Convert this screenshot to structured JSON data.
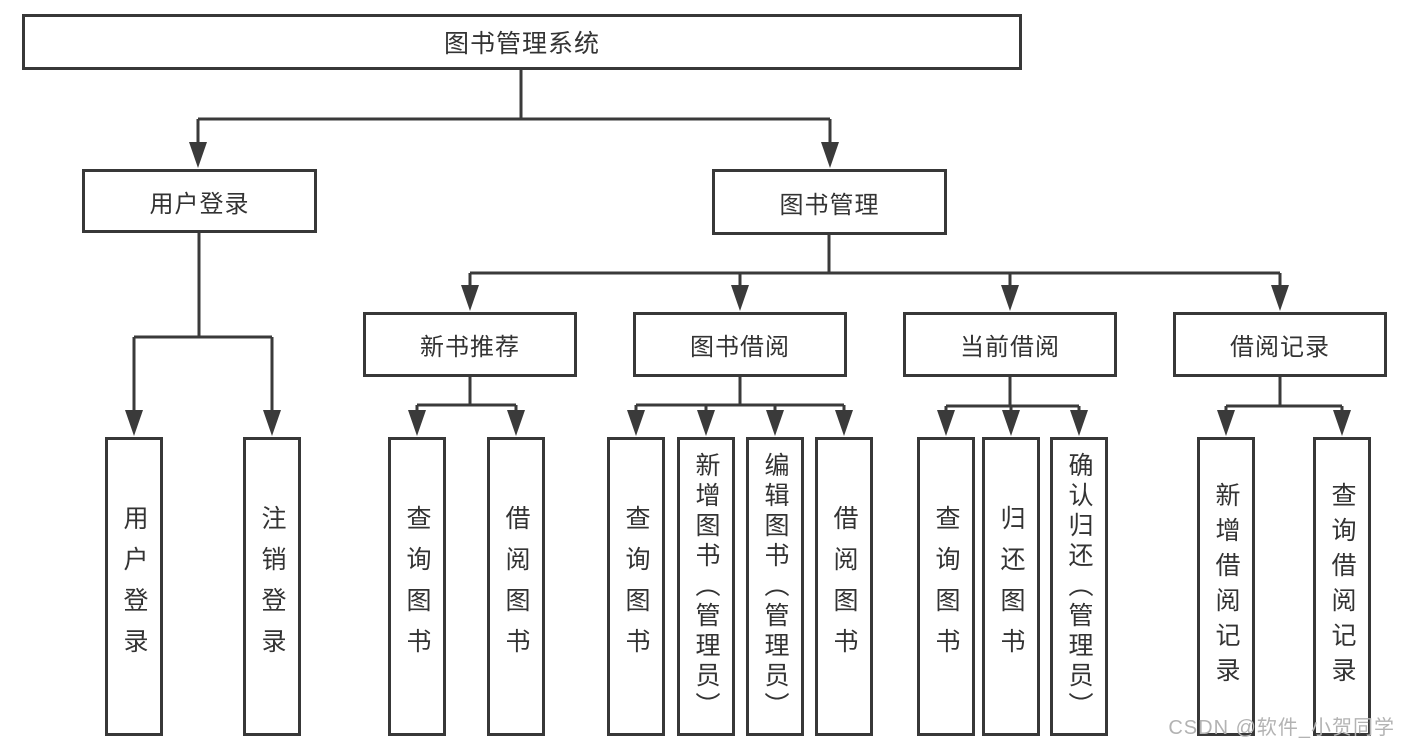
{
  "diagram": {
    "title_node": {
      "label": "图书管理系统"
    },
    "branches": [
      {
        "label": "用户登录",
        "children": [
          {
            "label": "用户登录"
          },
          {
            "label": "注销登录"
          }
        ]
      },
      {
        "label": "图书管理",
        "groups": [
          {
            "label": "新书推荐",
            "children": [
              {
                "label": "查询图书"
              },
              {
                "label": "借阅图书"
              }
            ]
          },
          {
            "label": "图书借阅",
            "children": [
              {
                "label": "查询图书"
              },
              {
                "label": "新增图书（管理员）"
              },
              {
                "label": "编辑图书（管理员）"
              },
              {
                "label": "借阅图书"
              }
            ]
          },
          {
            "label": "当前借阅",
            "children": [
              {
                "label": "查询图书"
              },
              {
                "label": "归还图书"
              },
              {
                "label": "确认归还（管理员）"
              }
            ]
          },
          {
            "label": "借阅记录",
            "children": [
              {
                "label": "新增借阅记录"
              },
              {
                "label": "查询借阅记录"
              }
            ]
          }
        ]
      }
    ],
    "watermark": "CSDN @软件_小贺同学",
    "colors": {
      "line": "#3a3a3a",
      "border": "#383838",
      "text": "#333333",
      "background": "#ffffff",
      "watermark": "#b3b3b3"
    }
  }
}
